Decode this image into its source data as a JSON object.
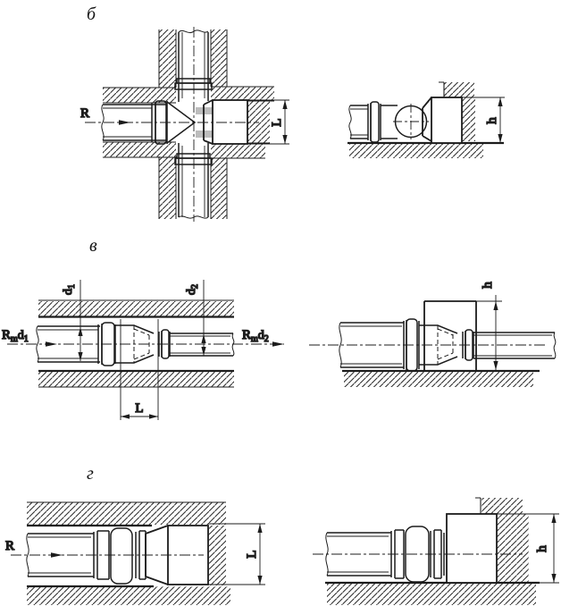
{
  "figure": {
    "colors": {
      "line": "#1c1c1c",
      "background": "#ffffff",
      "tee_opening_gray": "#bdbdbd"
    },
    "sections": {
      "b": "б",
      "v": "в",
      "g": "г"
    },
    "b_left": {
      "flow": "R",
      "dim_length": "L"
    },
    "b_right": {
      "dim_height": "h"
    },
    "v_left": {
      "inlet": {
        "r": "R",
        "sub": "m",
        "d": "d",
        "n": "1"
      },
      "outlet": {
        "r": "R",
        "sub": "m",
        "d": "d",
        "n": "2"
      },
      "dia1": {
        "d": "d",
        "n": "1"
      },
      "dia2": {
        "d": "d",
        "n": "2"
      },
      "dim_length": "L"
    },
    "v_right": {
      "dim_height": "h"
    },
    "g_left": {
      "flow": "R",
      "dim_length": "L"
    },
    "g_right": {
      "dim_height": "h"
    }
  }
}
